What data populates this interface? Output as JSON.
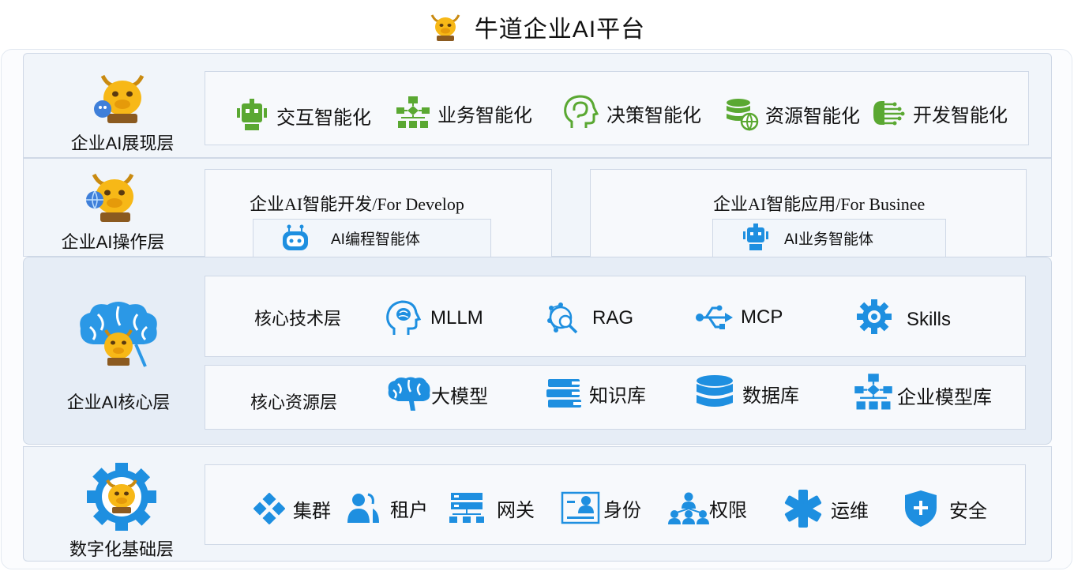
{
  "title": "牛道企业AI平台",
  "colors": {
    "green": "#5aa832",
    "blue": "#1e8fe0",
    "mascot": "#f7b817"
  },
  "presentation": {
    "label": "企业AI展现层",
    "items": [
      {
        "label": "交互智能化",
        "icon": "robot-icon"
      },
      {
        "label": "业务智能化",
        "icon": "flowchart-icon"
      },
      {
        "label": "决策智能化",
        "icon": "brain-head-icon"
      },
      {
        "label": "资源智能化",
        "icon": "database-globe-icon"
      },
      {
        "label": "开发智能化",
        "icon": "circuit-hand-icon"
      }
    ]
  },
  "operation": {
    "label": "企业AI操作层",
    "develop": {
      "title": "企业AI智能开发/For Develop",
      "agent": "AI编程智能体"
    },
    "business": {
      "title": "企业AI智能应用/For Businee",
      "agent": "AI业务智能体"
    }
  },
  "core": {
    "label": "企业AI核心层",
    "tech": {
      "label": "核心技术层",
      "items": [
        {
          "label": "MLLM",
          "icon": "brain-head-icon"
        },
        {
          "label": "RAG",
          "icon": "network-search-icon"
        },
        {
          "label": "MCP",
          "icon": "usb-icon"
        },
        {
          "label": "Skills",
          "icon": "gear-icon"
        }
      ]
    },
    "resource": {
      "label": "核心资源层",
      "items": [
        {
          "label": "大模型",
          "icon": "brain-icon"
        },
        {
          "label": "知识库",
          "icon": "books-icon"
        },
        {
          "label": "数据库",
          "icon": "database-icon"
        },
        {
          "label": "企业模型库",
          "icon": "flowchart-icon"
        }
      ]
    }
  },
  "foundation": {
    "label": "数字化基础层",
    "items": [
      {
        "label": "集群",
        "icon": "cluster-icon"
      },
      {
        "label": "租户",
        "icon": "users-icon"
      },
      {
        "label": "网关",
        "icon": "gateway-icon"
      },
      {
        "label": "身份",
        "icon": "id-card-icon"
      },
      {
        "label": "权限",
        "icon": "org-icon"
      },
      {
        "label": "运维",
        "icon": "asterisk-icon"
      },
      {
        "label": "安全",
        "icon": "shield-icon"
      }
    ]
  }
}
